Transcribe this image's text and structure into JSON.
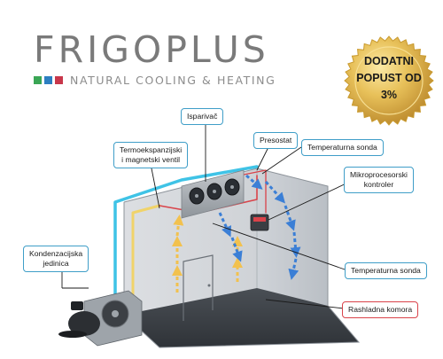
{
  "brand": {
    "name": "FRIGOPLUS",
    "tagline": "NATURAL COOLING & HEATING",
    "square_colors": [
      "#3aa655",
      "#2d7fc1",
      "#c8374b"
    ]
  },
  "badge": {
    "lines": [
      "DODATNI",
      "POPUST OD",
      "3%"
    ],
    "color": "#c99a2e"
  },
  "labels": {
    "isparivac": "Isparivač",
    "presostat": "Presostat",
    "temp_sonda_top": "Temperaturna sonda",
    "termoeksp_line1": "Termoekspanzijski",
    "termoeksp_line2": "i magnetski ventil",
    "mikro_line1": "Mikroprocesorski",
    "mikro_line2": "kontroler",
    "kondenz_line1": "Kondenzacijska",
    "kondenz_line2": "jedinica",
    "temp_sonda_mid": "Temperaturna sonda",
    "rashladna": "Rashladna komora"
  },
  "colors": {
    "callout_border": "#3f9ec8",
    "callout_border_red": "#d9434a",
    "warm_air": "#f2c14e",
    "cold_air": "#3b7fd6",
    "pipe_cyan": "#3fc3e6",
    "pipe_yellow": "#f0d36a",
    "pipe_red": "#d9434a"
  },
  "icons": [
    "badge-seal-icon",
    "evaporator-fan-icon",
    "compressor-unit-icon",
    "controller-icon",
    "door-icon"
  ]
}
